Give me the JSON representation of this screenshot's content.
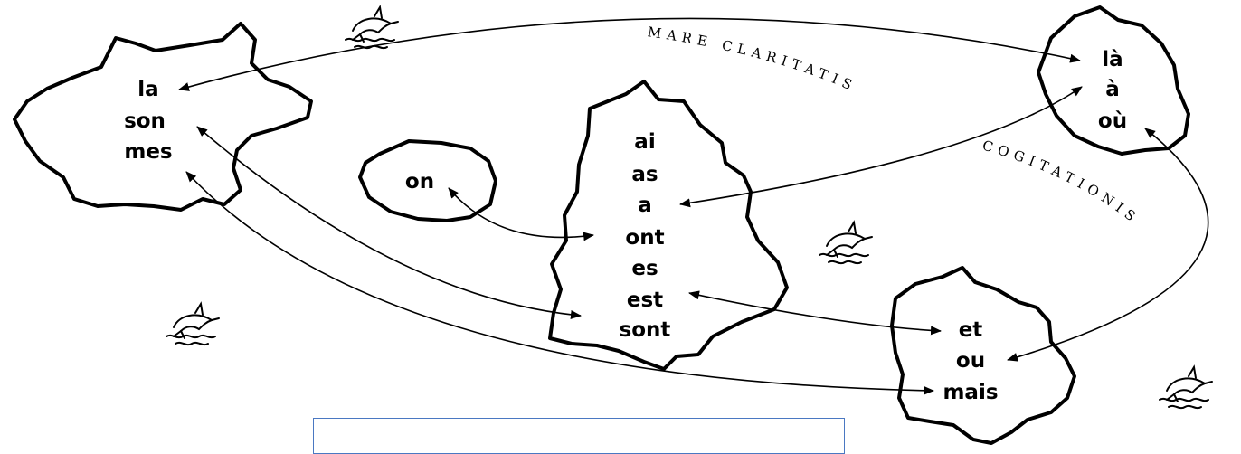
{
  "sea": {
    "line1": "MARE CLARITATIS",
    "line2": "COGITATIONIS"
  },
  "islands": {
    "left": {
      "words": [
        "la",
        "son",
        "mes"
      ]
    },
    "small": {
      "words": [
        "on"
      ]
    },
    "center": {
      "words": [
        "ai",
        "as",
        "a",
        "ont",
        "es",
        "est",
        "sont"
      ]
    },
    "top_right": {
      "words": [
        "là",
        "à",
        "où"
      ]
    },
    "bottom_right": {
      "words": [
        "et",
        "ou",
        "mais"
      ]
    }
  },
  "decorations": {
    "icon": "dolphin-icon",
    "count": 4
  },
  "caption": {
    "text": ""
  }
}
